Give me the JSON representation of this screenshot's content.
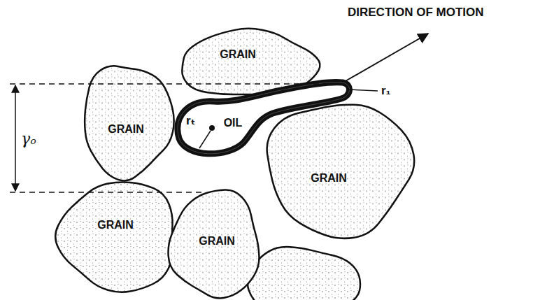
{
  "diagram": {
    "nodes": [
      {
        "text": [
          "GRAIN"
        ]
      },
      {
        "text": [
          "GRAIN"
        ]
      },
      {
        "text": [
          "OIL"
        ]
      },
      {
        "text": [
          "GRAIN"
        ]
      },
      {
        "text": [
          "GRAIN"
        ]
      },
      {
        "text": [
          "GRAIN"
        ]
      }
    ],
    "labels": [
      "DIRECTION OF MOTION",
      "γₒ",
      "rₜ",
      "r₁"
    ]
  }
}
